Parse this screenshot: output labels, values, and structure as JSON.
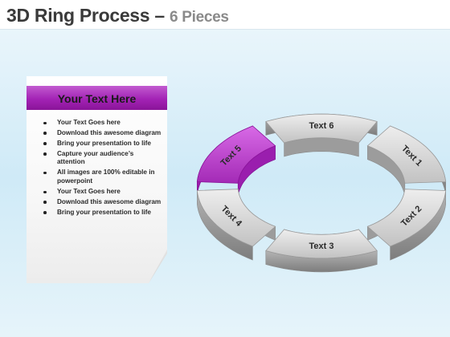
{
  "title": {
    "main": "3D Ring Process – ",
    "sub": "6 Pieces"
  },
  "note": {
    "heading": "Your Text Here",
    "bullets": [
      "Your Text Goes here",
      "Download this awesome diagram",
      "Bring your presentation to life",
      "Capture your audience’s attention",
      "All images are 100% editable in powerpoint",
      "Your Text Goes here",
      "Download this awesome diagram",
      "Bring your presentation to life"
    ]
  },
  "ring": {
    "segments": [
      {
        "label": "Text 1",
        "highlight": false
      },
      {
        "label": "Text 2",
        "highlight": false
      },
      {
        "label": "Text 3",
        "highlight": false
      },
      {
        "label": "Text 4",
        "highlight": false
      },
      {
        "label": "Text 5",
        "highlight": true
      },
      {
        "label": "Text 6",
        "highlight": false
      }
    ],
    "colors": {
      "default": "#c4c4c4",
      "highlight": "#b23cc8"
    }
  }
}
